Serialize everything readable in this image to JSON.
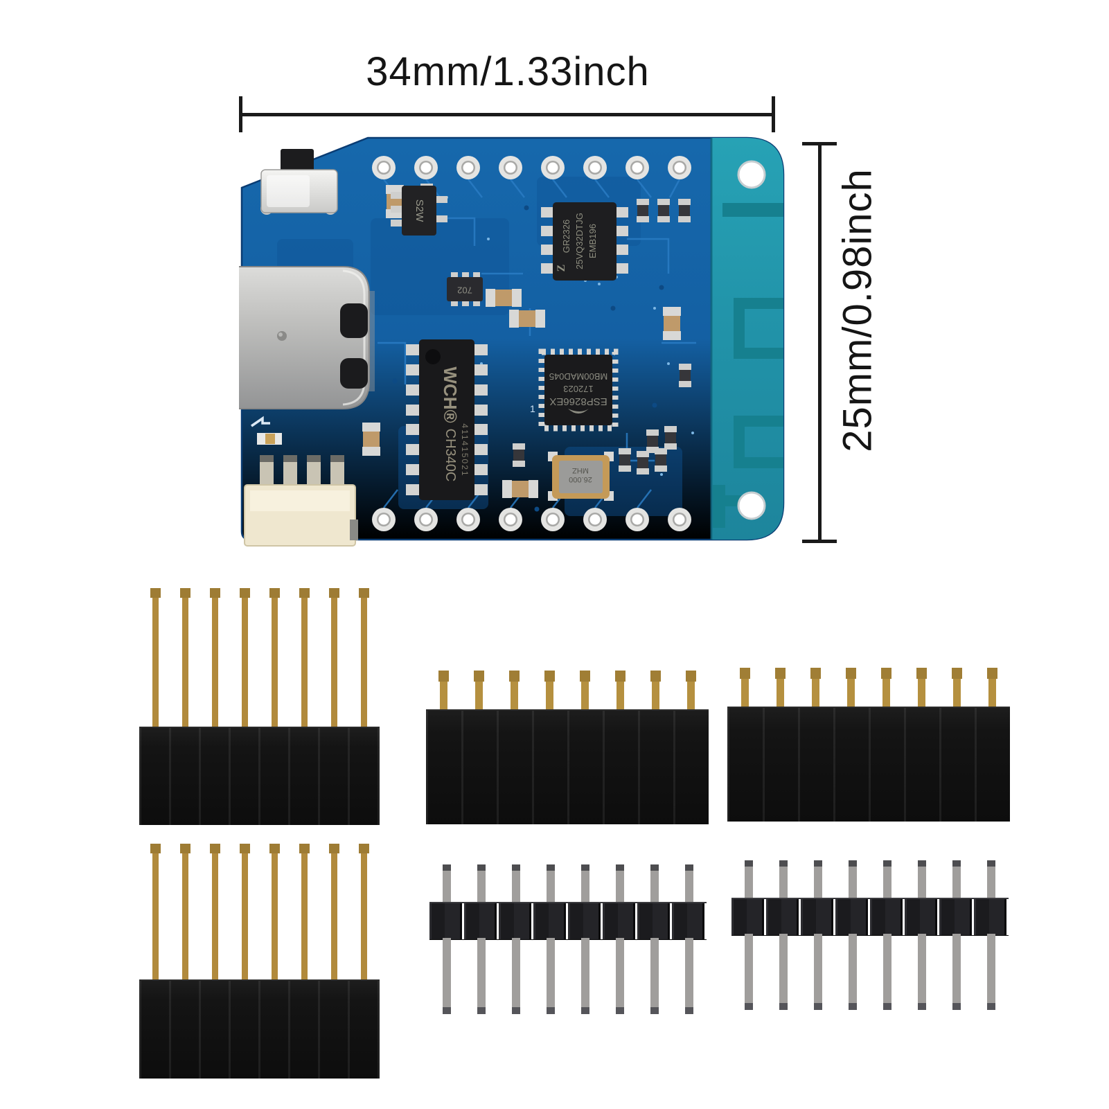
{
  "product": {
    "annotations": {
      "width": "34mm/1.33inch",
      "height": "25mm/0.98inch"
    },
    "board": {
      "silk_pin1": "1",
      "ics": {
        "regulator": {
          "marking": "S2W"
        },
        "aux_ic": {
          "marking": "702"
        },
        "flash": {
          "logo": "Z",
          "line1": "GR2326",
          "line2": "25VQ32DTJG",
          "line3": "EMB196"
        },
        "usb_serial": {
          "brand": "WCH®",
          "part": "CH340C",
          "serial": "411415021"
        },
        "wifi_mcu": {
          "line1": "ESP8266EX",
          "line2": "172023",
          "line3": "MB00MAD045"
        },
        "crystal": {
          "freq": "26.000",
          "unit": "MHZ"
        }
      }
    },
    "kit": {
      "long_pin_female_headers": 2,
      "short_pin_female_headers": 2,
      "male_pin_headers": 2
    },
    "colors": {
      "pcb_blue": "#1565a8",
      "antenna_teal": "#2192a8",
      "gold_pin": "#b18a3c",
      "silver_pin": "#a09e9c",
      "header_black": "#121212"
    }
  }
}
